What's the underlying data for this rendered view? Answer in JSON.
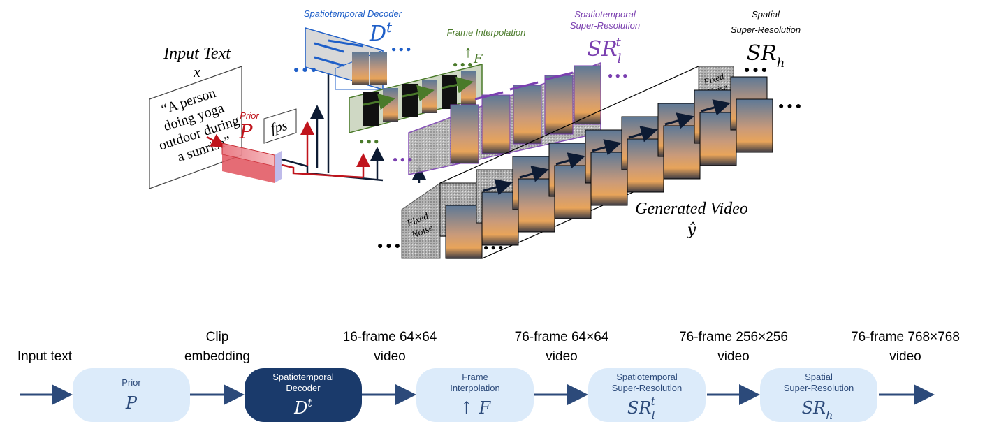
{
  "figure": {
    "input_text": {
      "heading": "Input Text",
      "symbol": "x",
      "prompt_lines": [
        "“A person",
        "doing yoga",
        "outdoor during",
        "a sunrise”"
      ]
    },
    "prior": {
      "label": "Prior",
      "symbol": "P",
      "fps_label": "fps"
    },
    "decoder": {
      "label": "Spatiotemporal Decoder",
      "symbol": "D",
      "sup": "t"
    },
    "interp": {
      "label": "Frame Interpolation",
      "symbol": "↑",
      "sub": "F"
    },
    "sr_low": {
      "label_line1": "Spatiotemporal",
      "label_line2": "Super-Resolution",
      "symbol": "SR",
      "sub": "l",
      "sup": "t"
    },
    "sr_high": {
      "label_line1": "Spatial",
      "label_line2": "Super-Resolution",
      "symbol": "SR",
      "sub": "h"
    },
    "fixed_noise_1": [
      "Fixed",
      "Noise"
    ],
    "fixed_noise_2": [
      "Fixed",
      "Noise"
    ],
    "output": {
      "label": "Generated Video",
      "symbol": "ŷ"
    },
    "colors": {
      "decoder": "#1f5fc8",
      "interp": "#4a7a2a",
      "sr_low": "#7a3fb0",
      "prior": "#c0141c",
      "dark": "#0d1b33"
    }
  },
  "pipeline": {
    "input_label": "Input text",
    "edge_labels": [
      [
        "Clip",
        "embedding"
      ],
      [
        "16-frame 64×64",
        "video"
      ],
      [
        "76-frame 64×64",
        "video"
      ],
      [
        "76-frame 256×256",
        "video"
      ],
      [
        "76-frame 768×768",
        "video"
      ]
    ],
    "stages": [
      {
        "name_lines": [
          "Prior"
        ],
        "symbol": "P",
        "sub": "",
        "sup": "",
        "highlight": false
      },
      {
        "name_lines": [
          "Spatiotemporal",
          "Decoder"
        ],
        "symbol": "D",
        "sub": "",
        "sup": "t",
        "highlight": true
      },
      {
        "name_lines": [
          "Frame",
          "Interpolation"
        ],
        "symbol": "↑ F",
        "sub": "",
        "sup": "",
        "highlight": false
      },
      {
        "name_lines": [
          "Spatiotemporal",
          "Super-Resolution"
        ],
        "symbol": "SR",
        "sub": "l",
        "sup": "t",
        "highlight": false
      },
      {
        "name_lines": [
          "Spatial",
          "Super-Resolution"
        ],
        "symbol": "SR",
        "sub": "h",
        "sup": "",
        "highlight": false
      }
    ],
    "colors": {
      "box": "#dcebfa",
      "box_dark": "#1a3a6b",
      "arrow": "#2c4a7a",
      "text": "#2c4a7a"
    }
  }
}
